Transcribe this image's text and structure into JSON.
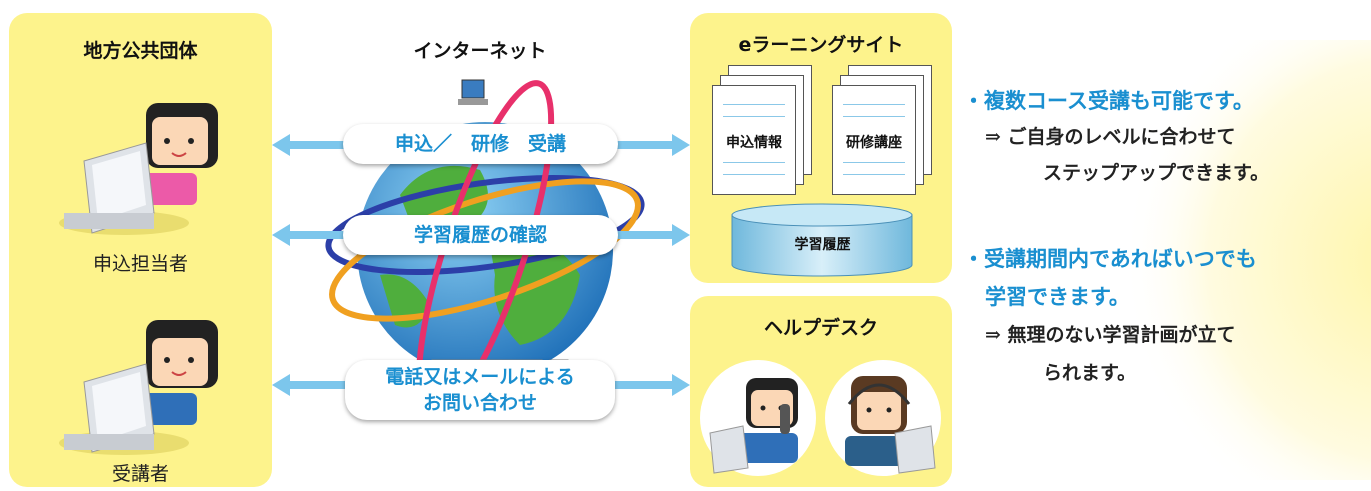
{
  "left_panel": {
    "title": "地方公共団体",
    "person1_label": "申込担当者",
    "person2_label": "受講者"
  },
  "internet_label": "インターネット",
  "pills": {
    "apply": "申込／　研修　受講",
    "history": "学習履歴の確認",
    "contact_line1": "電話又はメールによる",
    "contact_line2": "お問い合わせ"
  },
  "elearning": {
    "title": "eラーニングサイト",
    "doc1": "申込情報",
    "doc2": "研修講座",
    "db": "学習履歴"
  },
  "helpdesk": {
    "title": "ヘルプデスク"
  },
  "notes": {
    "bullet1": "・複数コース受講も可能です。",
    "bullet1_sub1": "⇒ ご自身のレベルに合わせて",
    "bullet1_sub2": "ステップアップできます。",
    "bullet2_line1": "・受講期間内であればいつでも",
    "bullet2_line2": "学習できます。",
    "bullet2_sub1": "⇒ 無理のない学習計画が立て",
    "bullet2_sub2": "られます。"
  },
  "colors": {
    "panel": "#fdf38c",
    "accent_blue": "#1a8fd0",
    "arrow_blue": "#7cc6ec"
  }
}
